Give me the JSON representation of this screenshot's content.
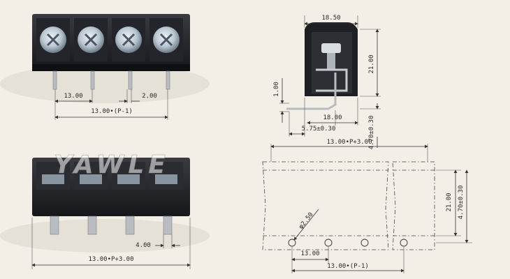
{
  "front_view": {
    "dim_pitch": "13.00",
    "dim_pin_width": "2.00",
    "dim_total": "13.00•(P-1)"
  },
  "side_view": {
    "dim_width_top": "18.50",
    "dim_height": "21.00",
    "dim_pin_tab": "1.00",
    "dim_pin_len": "18.00",
    "dim_pin_offset": "5.75±0.30",
    "dim_pin_depth": "4.70±0.30"
  },
  "rear_view": {
    "dim_pin_width": "4.00",
    "dim_total": "13.00•P+3.00"
  },
  "footprint": {
    "dim_total": "13.00•P+3.00",
    "dim_hole": "φ2.50",
    "dim_height": "21.00",
    "dim_pin_depth": "4.70±0.30",
    "dim_pitch": "13.00",
    "dim_span": "13.00•(P-1)"
  },
  "watermark": "YAWLE"
}
